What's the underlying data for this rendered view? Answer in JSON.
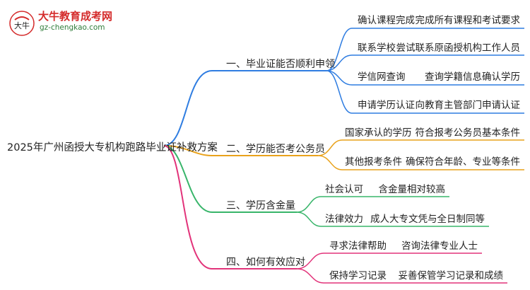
{
  "logo": {
    "title": "大牛教育成考网",
    "url": "gz-chengkao.com",
    "mark_text": "大牛"
  },
  "root": "2025年广州函授大专机构跑路毕业证补救方案",
  "branches": [
    {
      "label": "一、毕业证能否顺利申领",
      "color": "#2f7de1",
      "items": [
        {
          "key": "确认课程完成",
          "value": "完成所有课程和考试要求"
        },
        {
          "key": "联系学校",
          "value": "尝试联系原函授机构工作人员"
        },
        {
          "key": "学信网查询",
          "value": "查询学籍信息确认学历"
        },
        {
          "key": "申请学历认证",
          "value": "向教育主管部门申请认证"
        }
      ]
    },
    {
      "label": "二、学历能否考公务员",
      "color": "#e9a21b",
      "items": [
        {
          "key": "国家承认的学历",
          "value": "符合报考公务员基本条件"
        },
        {
          "key": "其他报考条件",
          "value": "确保符合年龄、专业等条件"
        }
      ]
    },
    {
      "label": "三、学历含金量",
      "color": "#38b56a",
      "items": [
        {
          "key": "社会认可",
          "value": "含金量相对较高"
        },
        {
          "key": "法律效力",
          "value": "成人大专文凭与全日制同等"
        }
      ]
    },
    {
      "label": "四、如何有效应对",
      "color": "#e2337a",
      "items": [
        {
          "key": "寻求法律帮助",
          "value": "咨询法律专业人士"
        },
        {
          "key": "保持学习记录",
          "value": "妥善保管学习记录和成绩"
        }
      ]
    }
  ]
}
